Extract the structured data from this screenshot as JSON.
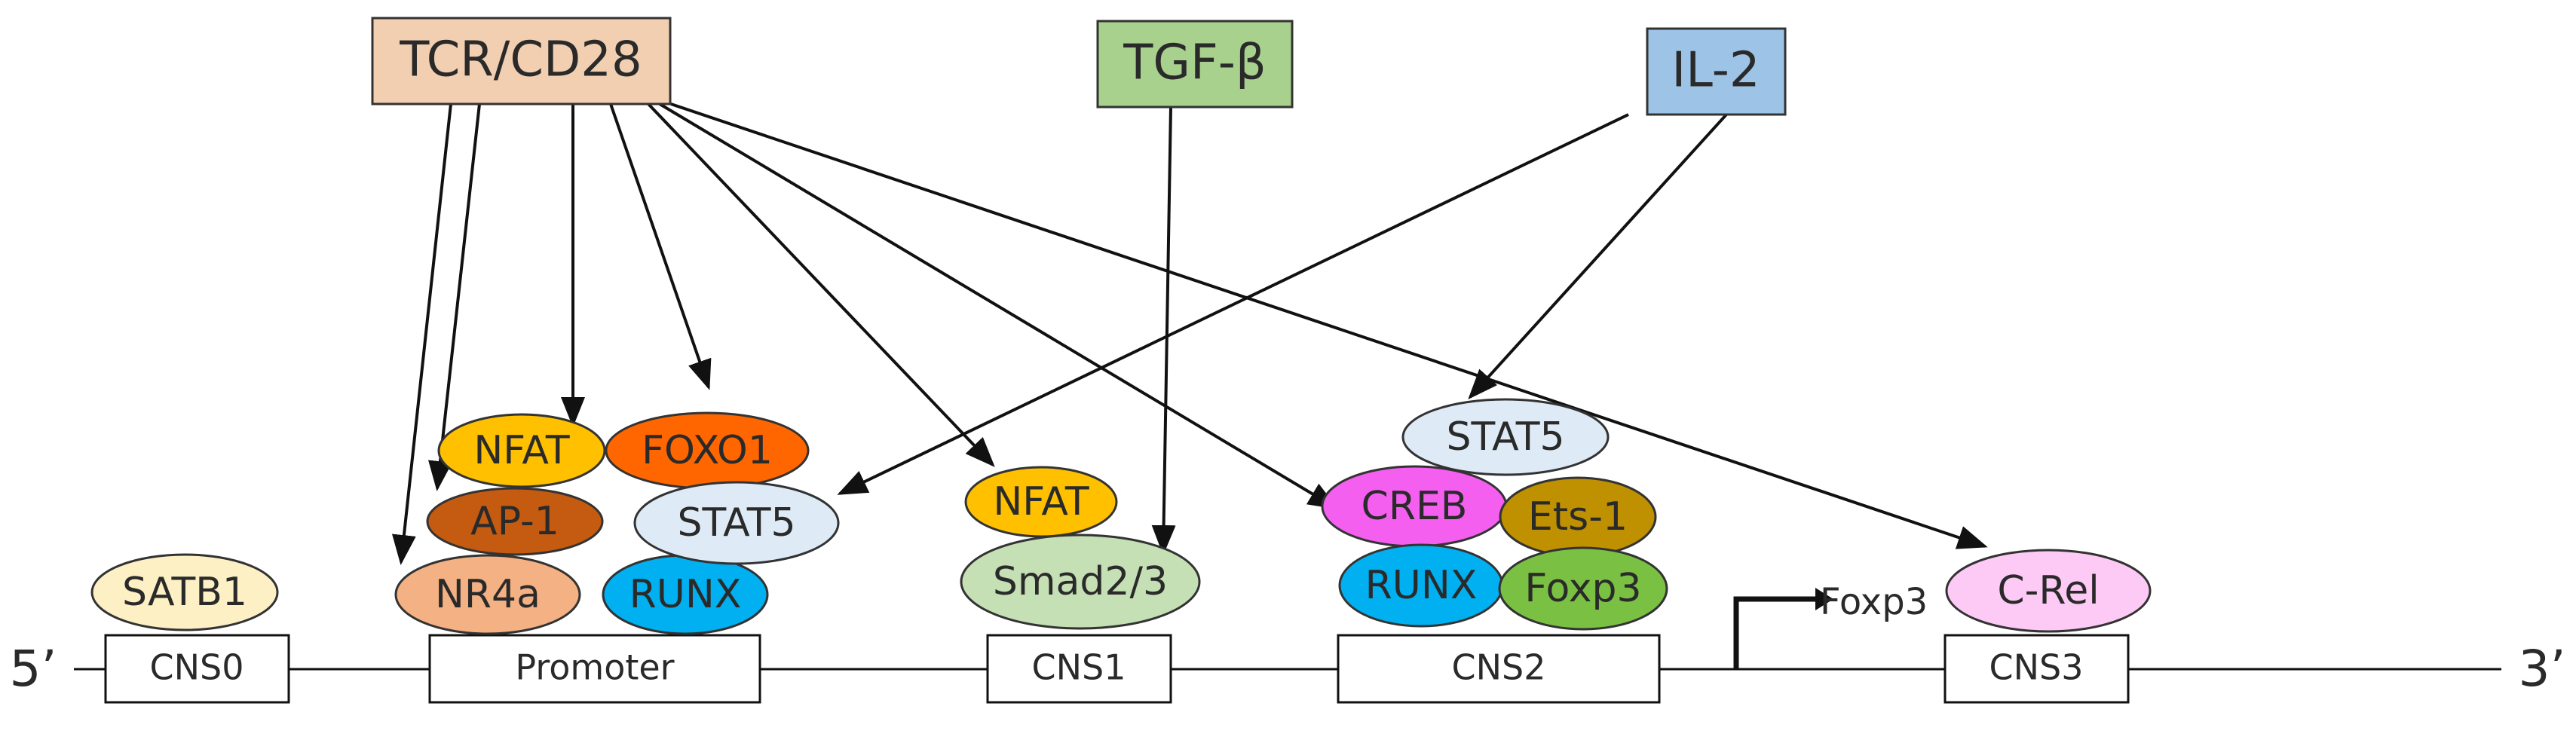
{
  "diagram": {
    "ends": {
      "five": "5’",
      "three": "3’"
    },
    "signals": {
      "tcr": {
        "label": "TCR/CD28",
        "color": "#f2cfb1"
      },
      "tgf": {
        "label": "TGF-β",
        "color": "#a9d18e"
      },
      "il2": {
        "label": "IL-2",
        "color": "#9dc3e6"
      }
    },
    "regions": {
      "cns0": "CNS0",
      "promoter": "Promoter",
      "cns1": "CNS1",
      "cns2": "CNS2",
      "cns3": "CNS3"
    },
    "tss_label": "Foxp3",
    "factors": {
      "satb1": {
        "label": "SATB1",
        "color": "#fdf0c4"
      },
      "nfat_p": {
        "label": "NFAT",
        "color": "#ffc000"
      },
      "foxo1": {
        "label": "FOXO1",
        "color": "#ff6600"
      },
      "ap1": {
        "label": "AP-1",
        "color": "#c55a11"
      },
      "stat5_p": {
        "label": "STAT5",
        "color": "#deebf7"
      },
      "nr4a": {
        "label": "NR4a",
        "color": "#f4b183"
      },
      "runx_p": {
        "label": "RUNX",
        "color": "#00b0f0"
      },
      "nfat_1": {
        "label": "NFAT",
        "color": "#ffc000"
      },
      "smad": {
        "label": "Smad2/3",
        "color": "#c5e0b4"
      },
      "stat5_2": {
        "label": "STAT5",
        "color": "#deebf7"
      },
      "creb": {
        "label": "CREB",
        "color": "#f55ff0"
      },
      "ets1": {
        "label": "Ets-1",
        "color": "#bf9000"
      },
      "runx_2": {
        "label": "RUNX",
        "color": "#00b0f0"
      },
      "foxp3": {
        "label": "Foxp3",
        "color": "#7ac143"
      },
      "crel": {
        "label": "C-Rel",
        "color": "#fccaf5"
      }
    }
  }
}
